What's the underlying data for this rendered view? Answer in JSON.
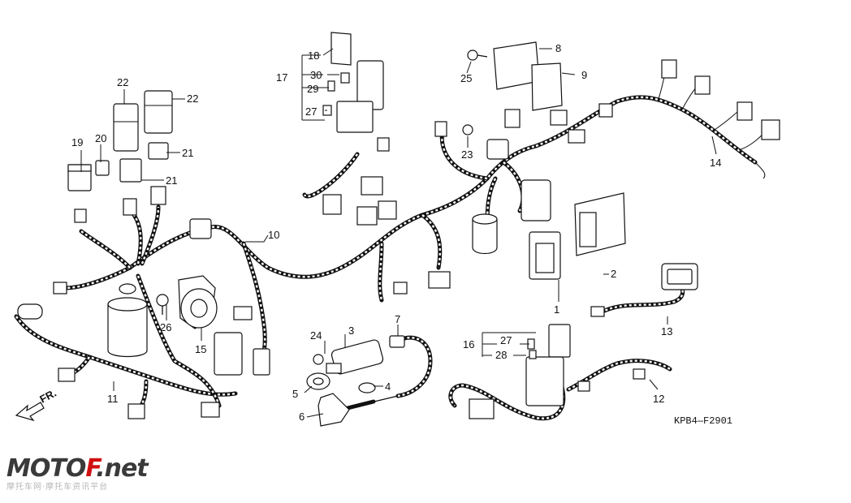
{
  "diagram_code": "KPB4—F2901",
  "direction_label": "FR.",
  "watermark": {
    "main_a": "MOTO",
    "main_b": "F",
    "main_c": ".net",
    "sub": "摩托车网·摩托车资讯平台"
  },
  "callouts": [
    "1",
    "2",
    "3",
    "4",
    "5",
    "6",
    "7",
    "8",
    "9",
    "10",
    "11",
    "12",
    "13",
    "14",
    "15",
    "16",
    "17",
    "18",
    "19",
    "20",
    "21",
    "21",
    "22",
    "22",
    "23",
    "24",
    "25",
    "26",
    "27",
    "27",
    "28",
    "29",
    "30"
  ]
}
